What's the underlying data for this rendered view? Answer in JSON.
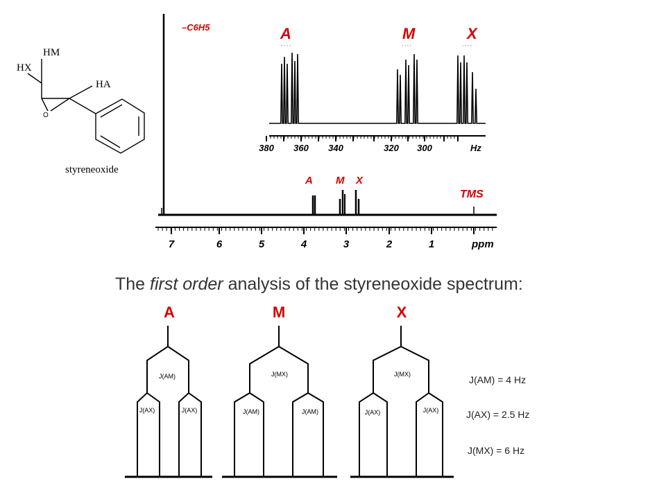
{
  "colors": {
    "red": "#d40000",
    "ink": "#000000",
    "grey": "#333333"
  },
  "molecule": {
    "labels": {
      "hm": "HM",
      "hx": "HX",
      "ha": "HA",
      "o": "O"
    },
    "caption": "styreneoxide"
  },
  "spectrum": {
    "substituent_label": "–C6H5",
    "tms_label": "TMS",
    "peak_labels": {
      "a": "A",
      "m": "M",
      "x": "X"
    },
    "ppm_ticks": [
      "7",
      "6",
      "5",
      "4",
      "3",
      "2",
      "1"
    ],
    "ppm_unit": "ppm"
  },
  "expansion": {
    "group_labels": {
      "a": "A",
      "m": "M",
      "x": "X"
    },
    "hz_ticks": [
      "380",
      "360",
      "340",
      "320",
      "300"
    ],
    "hz_unit": "Hz"
  },
  "analysis": {
    "title_prefix": "The ",
    "title_emph": "first order",
    "title_suffix": " analysis of the styreneoxide spectrum:",
    "tree_titles": {
      "a": "A",
      "m": "M",
      "x": "X"
    },
    "tree_a": {
      "top_split": "J(AM)",
      "left_split": "J(AX)",
      "right_split": "J(AX)"
    },
    "tree_m": {
      "top_split": "J(MX)",
      "left_split": "J(AM)",
      "right_split": "J(AM)"
    },
    "tree_x": {
      "top_split": "J(MX)",
      "left_split": "J(AX)",
      "right_split": "J(AX)"
    },
    "couplings": {
      "am": "J(AM) = 4 Hz",
      "ax": "J(AX) = 2.5 Hz",
      "mx": "J(MX) = 6 Hz"
    }
  }
}
